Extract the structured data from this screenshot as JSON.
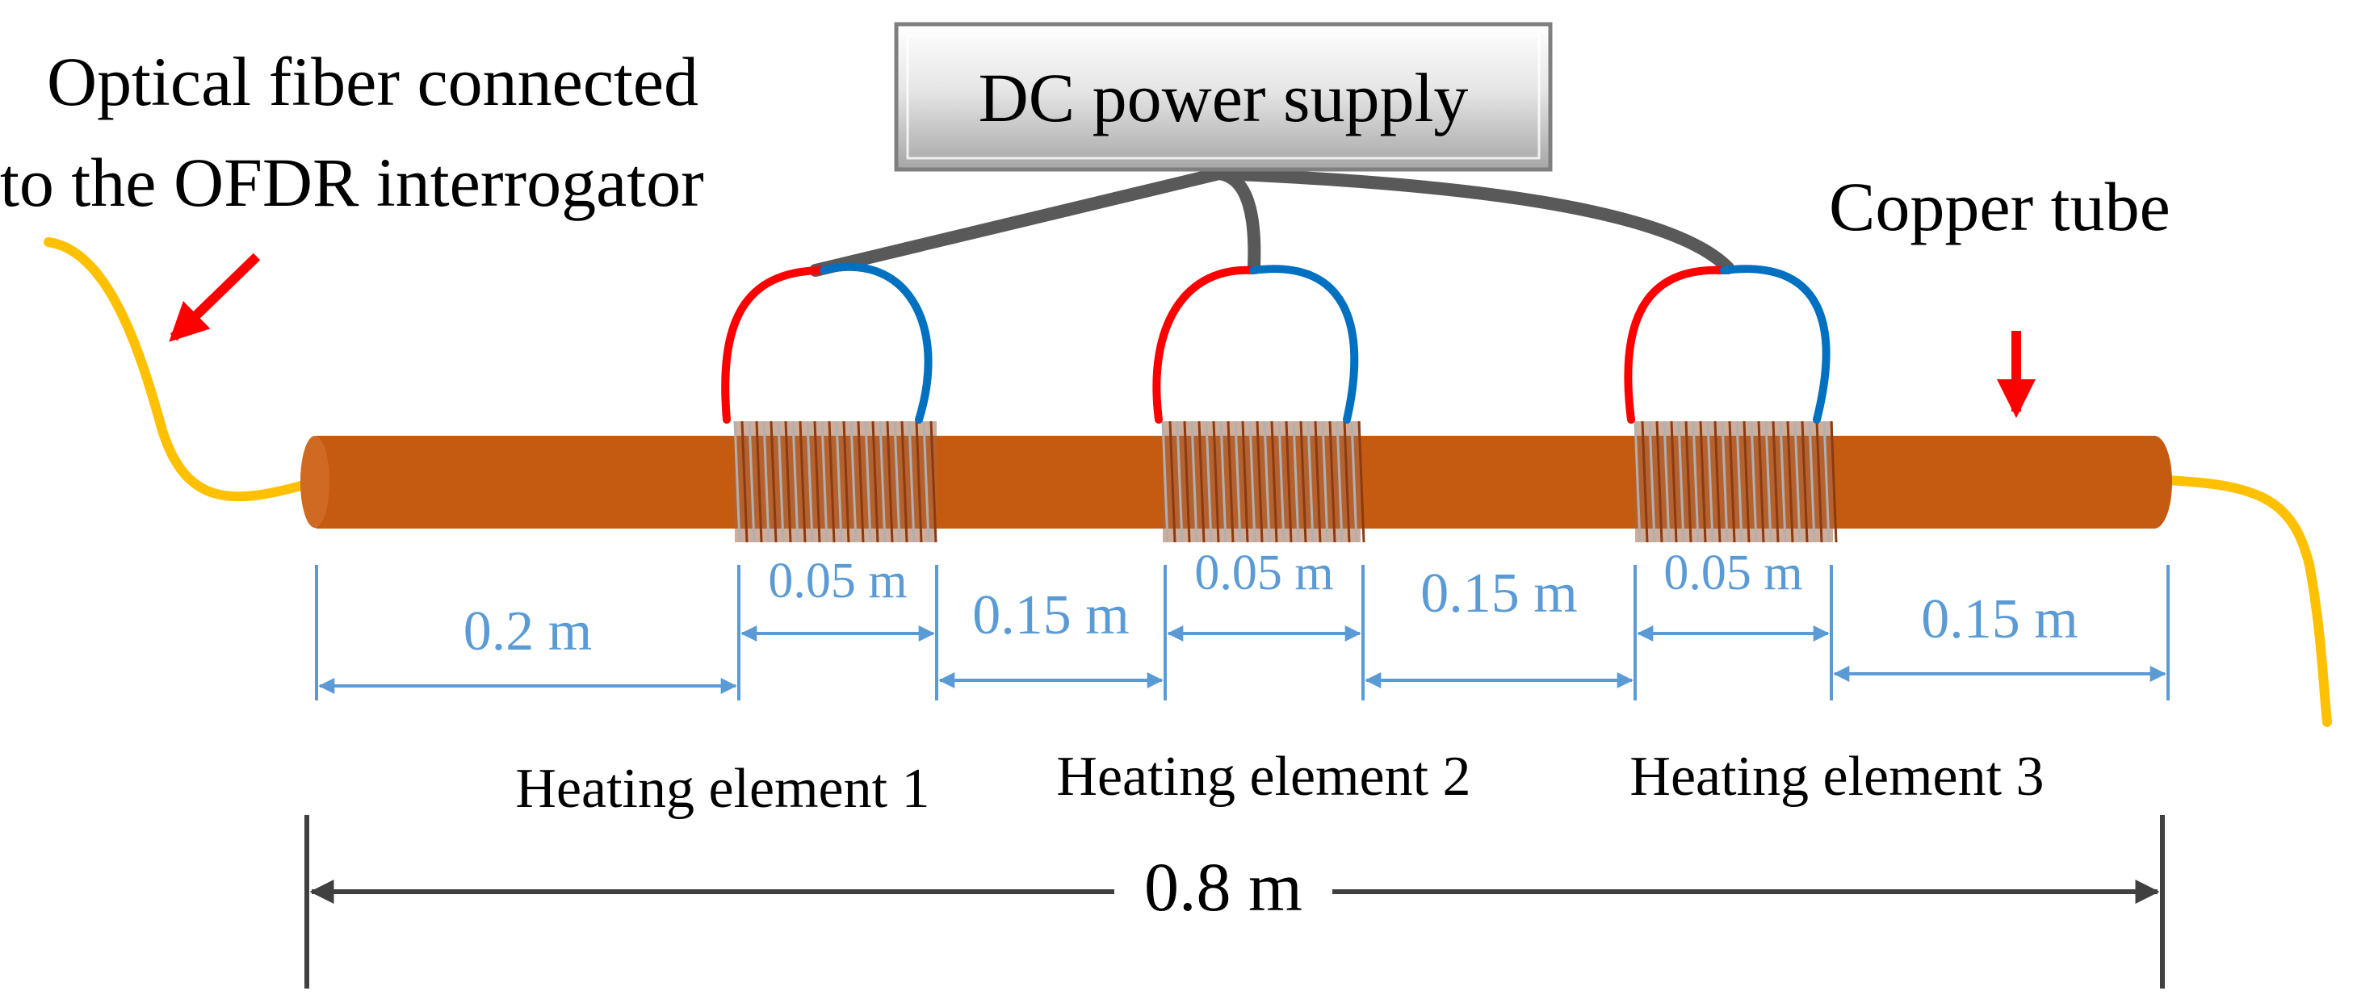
{
  "labels": {
    "power_supply": "DC power supply",
    "fiber_line1": "Optical fiber connected",
    "fiber_line2": "to the OFDR interrogator",
    "copper_tube": "Copper tube",
    "heater_1": "Heating element 1",
    "heater_2": "Heating element 2",
    "heater_3": "Heating element 3",
    "total_length": "0.8 m"
  },
  "segments": [
    {
      "label": "0.2 m"
    },
    {
      "label": "0.05 m"
    },
    {
      "label": "0.15 m"
    },
    {
      "label": "0.05 m"
    },
    {
      "label": "0.15 m"
    },
    {
      "label": "0.05 m"
    },
    {
      "label": "0.15 m"
    }
  ],
  "colors": {
    "tube": "#c55a11",
    "coil": "#8c3a10",
    "fiber": "#ffc000",
    "positive_wire": "#ff0000",
    "negative_wire": "#0070c0",
    "lead_wire": "#595959",
    "dimension": "#5b9bd5",
    "arrow": "#ff0000",
    "total_dimension": "#404040"
  }
}
